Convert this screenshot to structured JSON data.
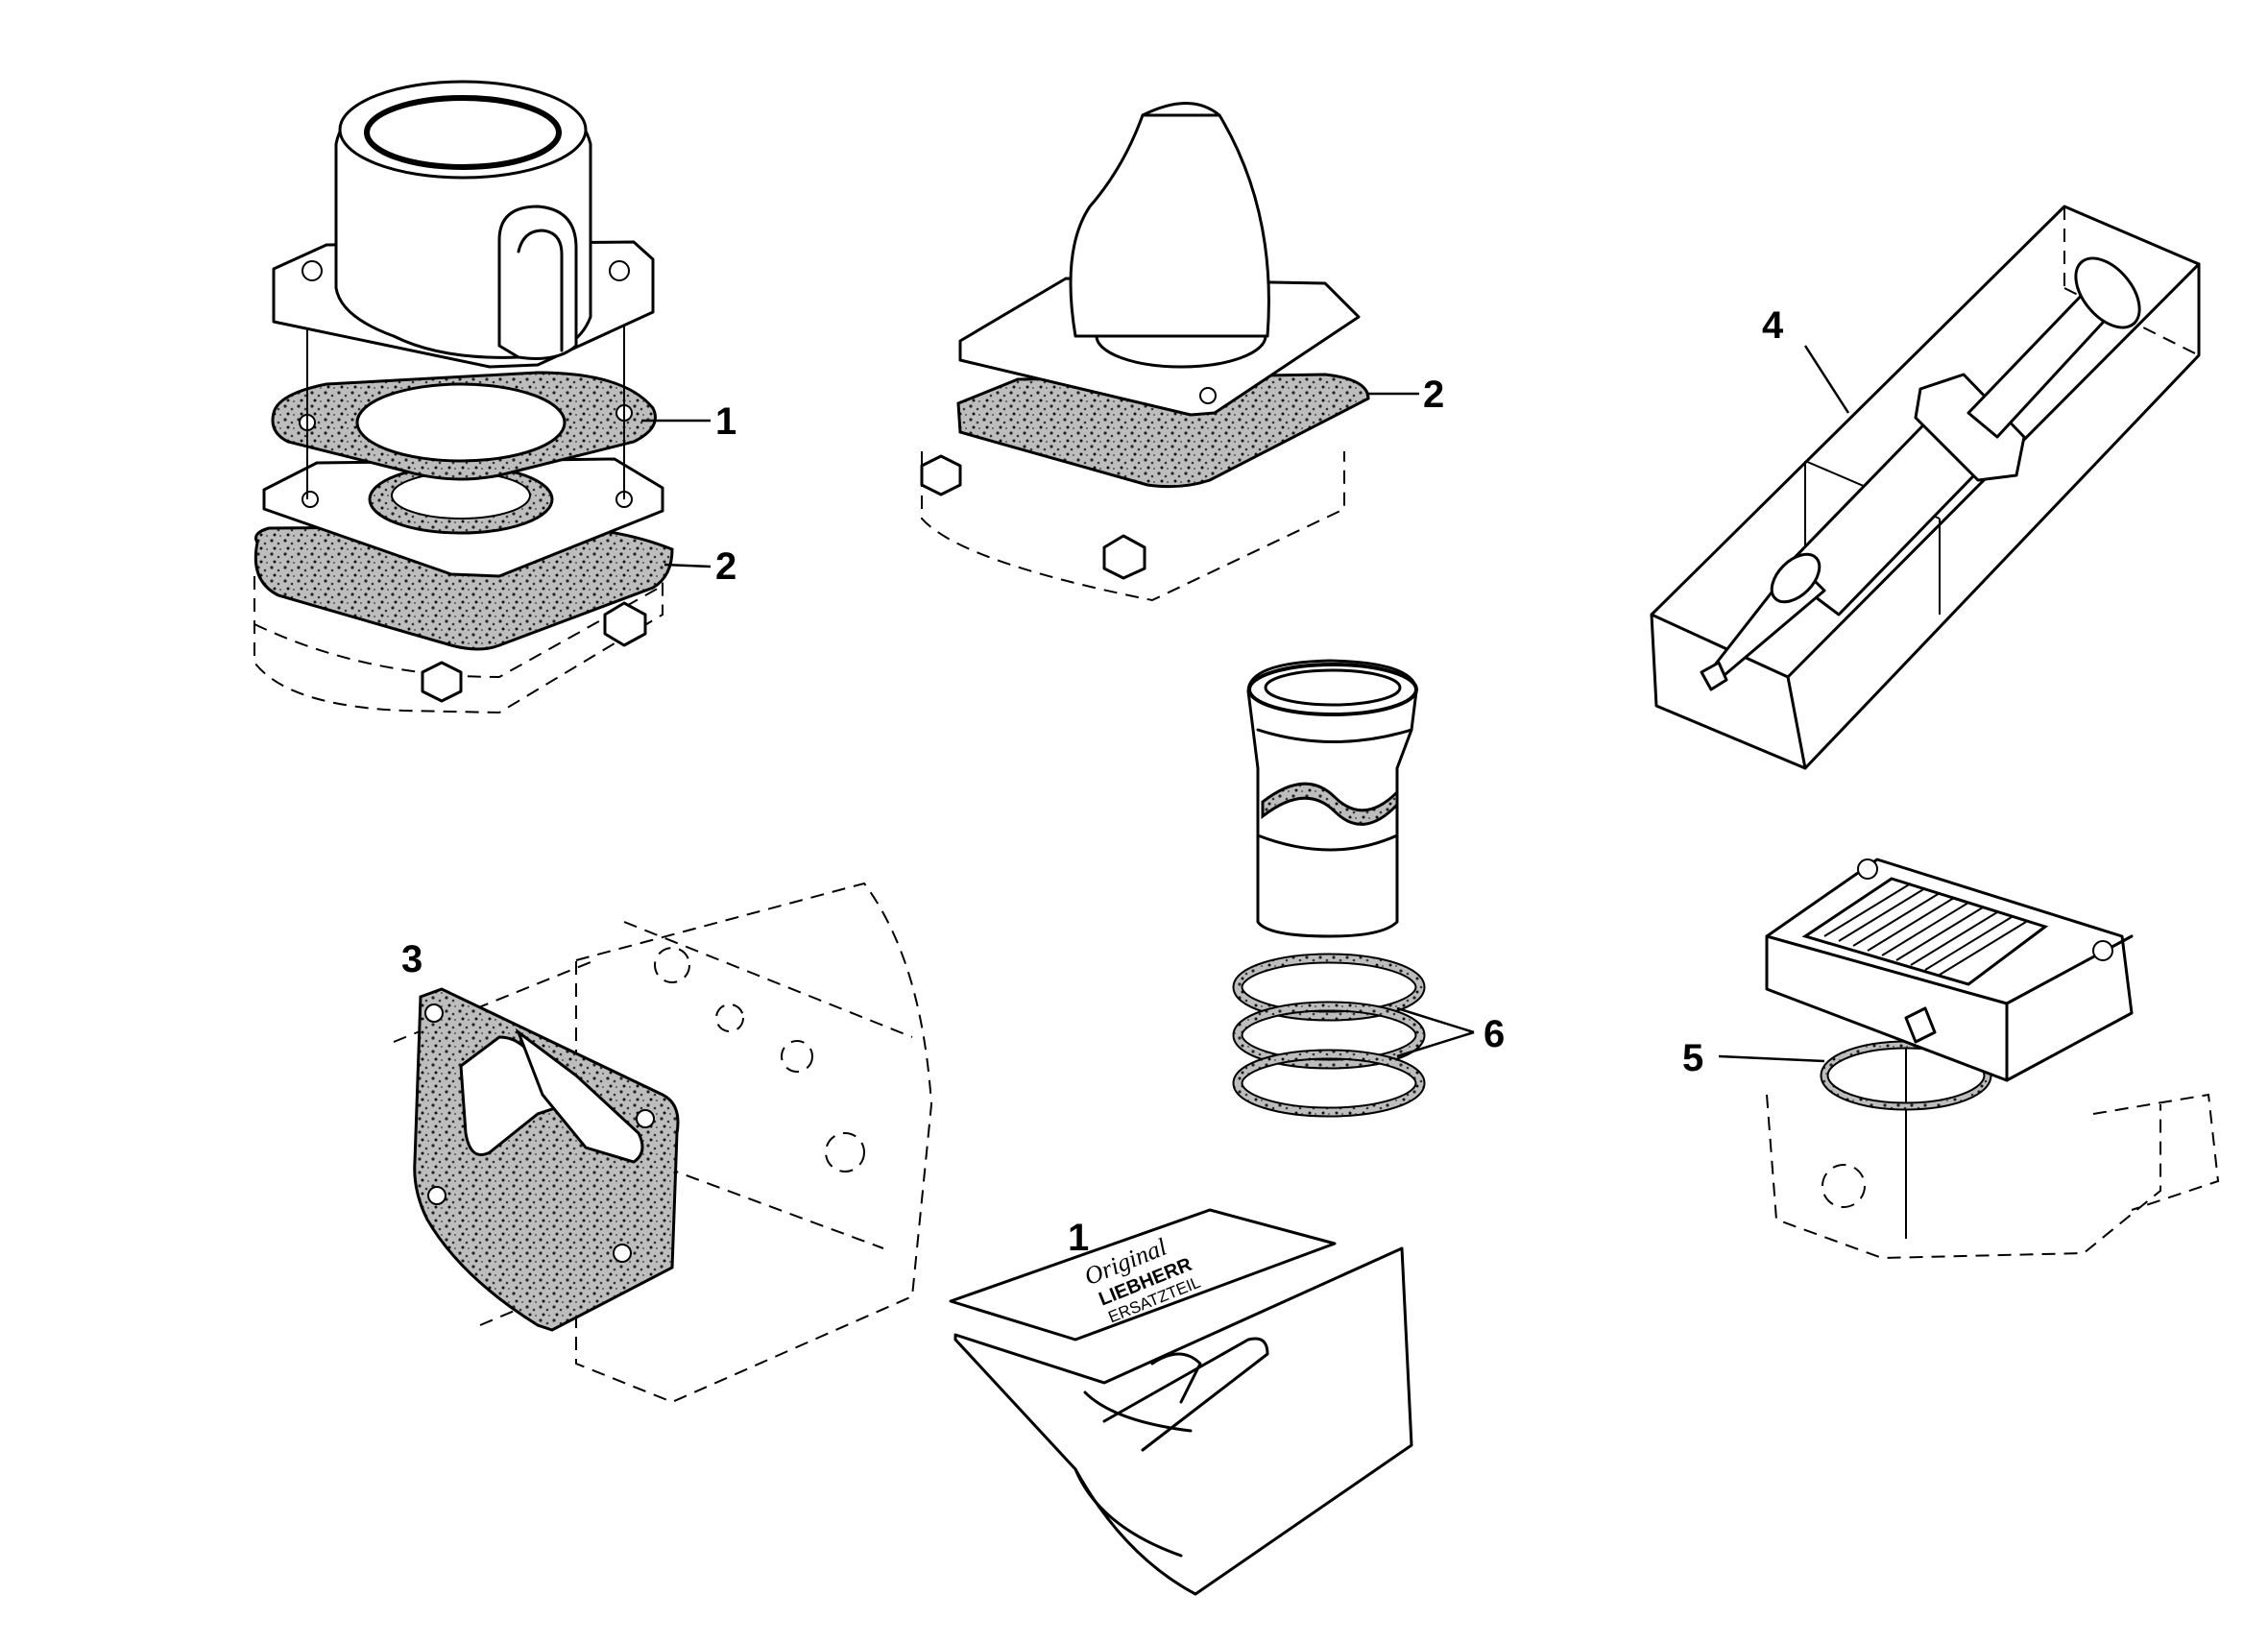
{
  "callouts": {
    "c1_top": "1",
    "c2_left": "2",
    "c2_mid": "2",
    "c3": "3",
    "c4": "4",
    "c5": "5",
    "c6": "6",
    "c1_bottom": "1"
  },
  "package_text": {
    "line1": "Original",
    "line2": "LIEBHERR",
    "line3": "ERSATZTEIL"
  }
}
